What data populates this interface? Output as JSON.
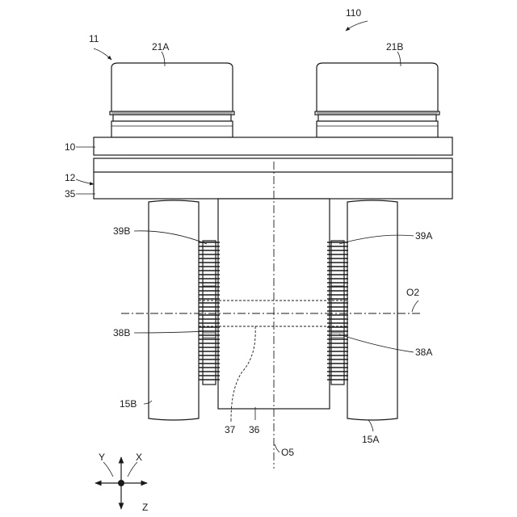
{
  "labels": {
    "assembly": "110",
    "unit": "11",
    "housing_a": "21A",
    "housing_b": "21B",
    "plate": "10",
    "base_ref": "12",
    "base": "35",
    "gear_b_upper": "39B",
    "gear_a_upper": "39A",
    "axis_o2": "O2",
    "gear_b_lower": "38B",
    "gear_a_lower": "38A",
    "roller_b": "15B",
    "roller_a": "15A",
    "cable": "37",
    "block": "36",
    "axis_o5": "O5",
    "axis_y": "Y",
    "axis_x": "X",
    "axis_z": "Z"
  }
}
